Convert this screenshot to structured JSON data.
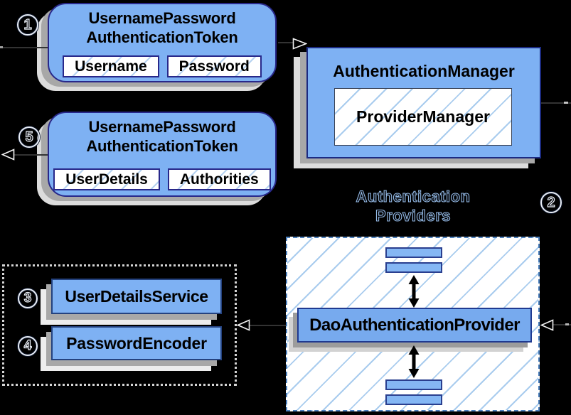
{
  "colors": {
    "background": "#000000",
    "node_fill": "#7eb1f3",
    "node_border": "#28288a",
    "dao_fill": "#77aaee",
    "hatch_line": "#a9ccee",
    "providers_dashed_border": "#4a7ebb",
    "infrastructure_dashed_border": "#d4d4d4",
    "shadow_dark": "#a8a8a8",
    "shadow_light": "#dcdcdc",
    "arrowhead_outline": "#f4f4f4",
    "arrow_fill": "#000000"
  },
  "steps": {
    "s1": "1",
    "s2": "2",
    "s3": "3",
    "s4": "4",
    "s5": "5"
  },
  "request_token": {
    "title_line1": "UsernamePassword",
    "title_line2": "AuthenticationToken",
    "fields": [
      "Username",
      "Password"
    ]
  },
  "authentication_manager": {
    "title": "AuthenticationManager",
    "implementation": "ProviderManager"
  },
  "authenticated_token": {
    "title_line1": "UsernamePassword",
    "title_line2": "AuthenticationToken",
    "fields": [
      "UserDetails",
      "Authorities"
    ]
  },
  "authentication_providers": {
    "label_line1": "Authentication",
    "label_line2": "Providers",
    "main_provider": "DaoAuthenticationProvider"
  },
  "infrastructure": {
    "user_details_service": "UserDetailsService",
    "password_encoder": "PasswordEncoder"
  }
}
